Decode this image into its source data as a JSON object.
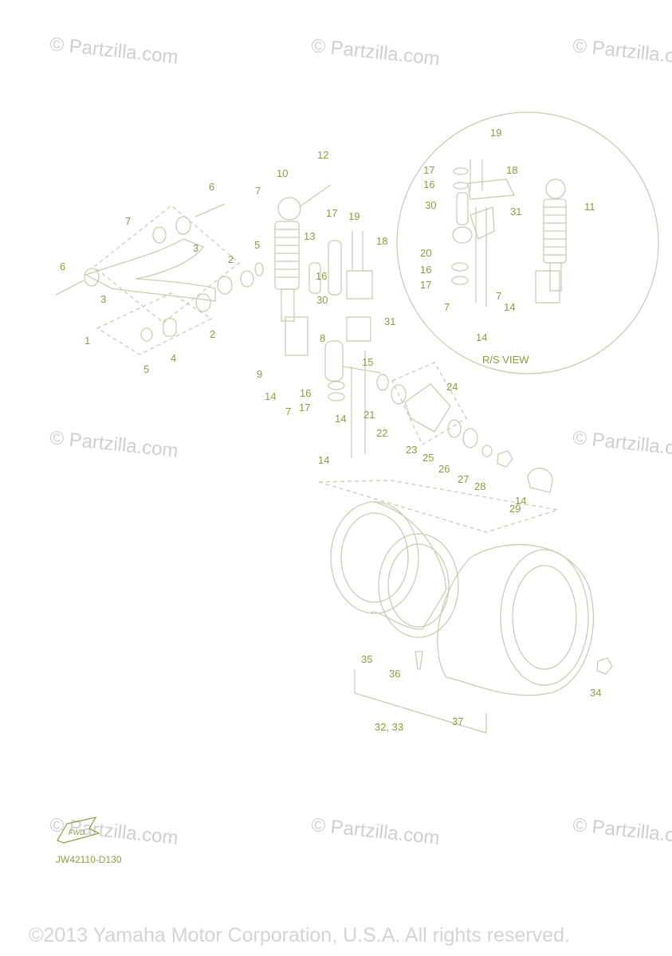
{
  "colors": {
    "line": "#c6ceb4",
    "label": "#8f9a3f",
    "watermark": "#cfcfcf"
  },
  "watermark_text": "© Partzilla.com",
  "callouts": [
    "1",
    "2",
    "2",
    "3",
    "3",
    "4",
    "5",
    "5",
    "6",
    "6",
    "7",
    "7",
    "7",
    "8",
    "9",
    "10",
    "12",
    "13",
    "14",
    "14",
    "14",
    "14",
    "15",
    "16",
    "16",
    "17",
    "17",
    "18",
    "19",
    "21",
    "22",
    "23",
    "24",
    "25",
    "26",
    "27",
    "28",
    "29",
    "30",
    "31",
    "32, 33",
    "34",
    "35",
    "36",
    "37"
  ],
  "inset": {
    "label": "R/S VIEW",
    "callouts": [
      "11",
      "14",
      "14",
      "16",
      "16",
      "17",
      "17",
      "18",
      "19",
      "20",
      "30",
      "31",
      "7",
      "7"
    ]
  },
  "drawing_code": "JW42110-D130",
  "fwd_icon": "fwd-arrow-icon",
  "copyright": "©2013 Yamaha Motor Corporation, U.S.A. All rights reserved."
}
